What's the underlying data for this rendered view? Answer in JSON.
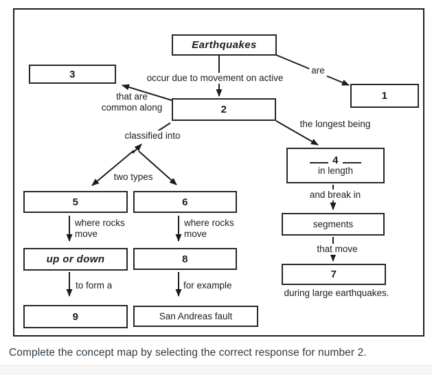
{
  "boxes": {
    "earthquakes": "Earthquakes",
    "blank1": "1",
    "blank2": "2",
    "blank3": "3",
    "blank4_num": "4",
    "blank4_sub": "in length",
    "blank5": "5",
    "blank6": "6",
    "blank7": "7",
    "blank8": "8",
    "blank9": "9",
    "up_or_down": "up or down",
    "segments": "segments",
    "san_andreas": "San Andreas fault"
  },
  "labels": {
    "occur": "occur due to movement on active",
    "are": "are",
    "that_are": "that are",
    "common_along": "common along",
    "classified_into": "classified into",
    "two_types": "two types",
    "longest_being": "the longest being",
    "where_rocks": "where rocks",
    "move": "move",
    "to_form_a": "to form a",
    "for_example": "for example",
    "and_break_in": "and break in",
    "that_move": "that move",
    "during_large": "during large earthquakes."
  },
  "caption": "Complete the concept map by selecting the correct response for number 2.",
  "colors": {
    "line": "#1b1b1b",
    "box_border": "#262626",
    "caption_text": "#2d3b45",
    "bottom_strip": "#f5f5f6"
  }
}
